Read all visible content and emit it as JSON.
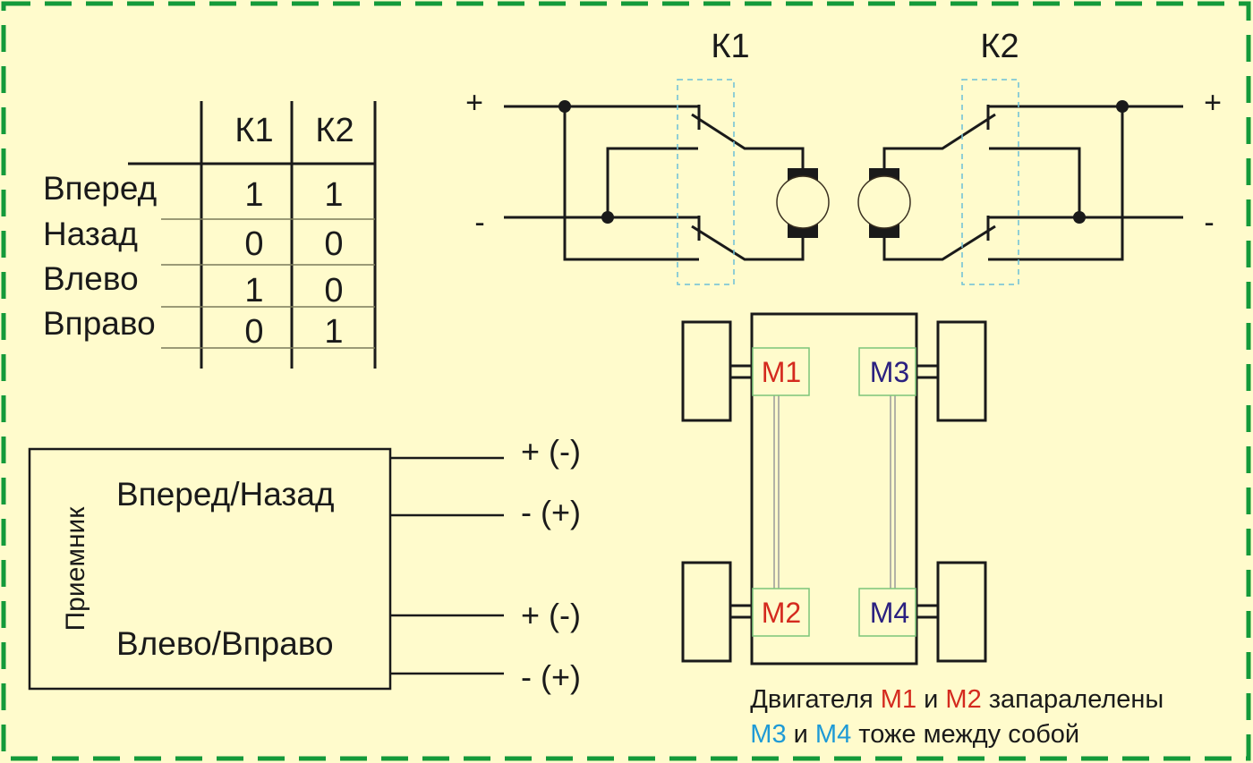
{
  "colors": {
    "background": "#fffbcc",
    "border": "#149a3a",
    "line": "#1a1a1a",
    "relay_box": "#6cc0d8",
    "motor_box": "#7cc47a",
    "shaft": "#9a9a9a",
    "m1_m2_text": "#d42a1e",
    "m3_m4_text": "#2a2080",
    "note_highlight_blue": "#1e9ad6"
  },
  "truth_table": {
    "headers": [
      "К1",
      "К2"
    ],
    "rows": [
      {
        "label": "Вперед",
        "k1": "1",
        "k2": "1"
      },
      {
        "label": "Назад",
        "k1": "0",
        "k2": "0"
      },
      {
        "label": "Влево",
        "k1": "1",
        "k2": "0"
      },
      {
        "label": "Вправо",
        "k1": "0",
        "k2": "1"
      }
    ]
  },
  "relays": {
    "k1": {
      "label": "К1",
      "plus": "+",
      "minus": "-"
    },
    "k2": {
      "label": "К2",
      "plus": "+",
      "minus": "-"
    }
  },
  "receiver": {
    "title": "Приемник",
    "channel1": {
      "label": "Вперед/Назад",
      "out1": "+ (-)",
      "out2": "- (+)"
    },
    "channel2": {
      "label": "Влево/Вправо",
      "out1": "+ (-)",
      "out2": "- (+)"
    }
  },
  "chassis": {
    "motors": [
      "M1",
      "M2",
      "M3",
      "M4"
    ]
  },
  "note": {
    "line1": {
      "prefix": "Двигателя ",
      "m1": "M1",
      "mid": " и ",
      "m2": "M2",
      "suffix": " запаралелены"
    },
    "line2": {
      "m3": "M3",
      "mid": " и ",
      "m4": "M4",
      "suffix": " тоже между собой"
    }
  }
}
